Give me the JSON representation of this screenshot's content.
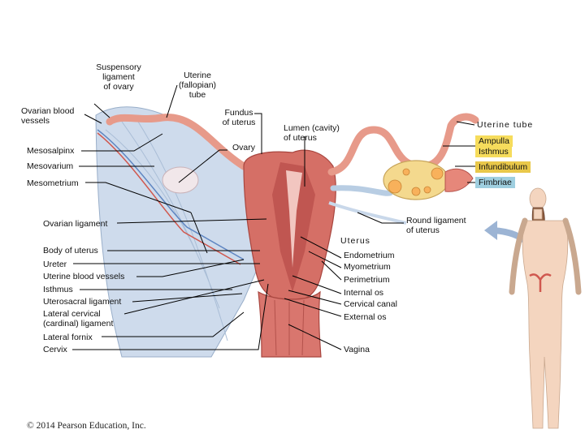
{
  "colors": {
    "ampulla_box": "#f6dc5c",
    "infundibulum_box": "#e9c84a",
    "fimbriae_box": "#9fcfe0",
    "tissue": "#e79a8a",
    "muscle": "#c9625a",
    "ligament": "#c7d6e6"
  },
  "labels": {
    "suspensory_ligament": "Suspensory\nligament\nof ovary",
    "uterine_fallopian_tube": "Uterine\n(fallopian)\ntube",
    "ovarian_blood_vessels": "Ovarian blood\nvessels",
    "fundus_of_uterus": "Fundus\nof uterus",
    "lumen_cavity": "Lumen (cavity)\nof uterus",
    "uterine_tube": "Uterine tube",
    "mesosalpinx": "Mesosalpinx",
    "ovary": "Ovary",
    "ampulla": "Ampulla",
    "isthmus_tube": "Isthmus",
    "mesovarium": "Mesovarium",
    "infundibulum": "Infundibulum",
    "mesometrium": "Mesometrium",
    "fimbriae": "Fimbriae",
    "ovarian_ligament": "Ovarian ligament",
    "round_ligament": "Round ligament\nof uterus",
    "uterus": "Uterus",
    "body_of_uterus": "Body of uterus",
    "endometrium": "Endometrium",
    "ureter": "Ureter",
    "myometrium": "Myometrium",
    "uterine_blood_vessels": "Uterine blood vessels",
    "perimetrium": "Perimetrium",
    "isthmus": "Isthmus",
    "internal_os": "Internal os",
    "uterosacral_ligament": "Uterosacral ligament",
    "cervical_canal": "Cervical canal",
    "lateral_cervical": "Lateral cervical\n(cardinal) ligament",
    "external_os": "External os",
    "lateral_fornix": "Lateral fornix",
    "cervix": "Cervix",
    "vagina": "Vagina"
  },
  "copyright": "© 2014 Pearson Education, Inc."
}
